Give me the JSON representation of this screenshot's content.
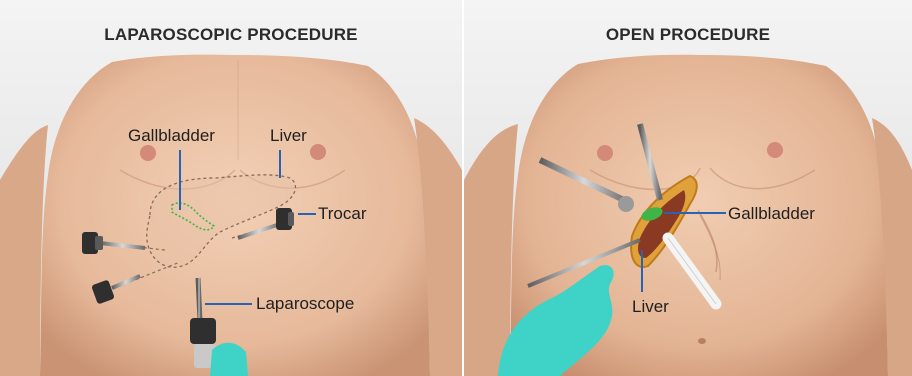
{
  "panels": {
    "laparoscopic": {
      "title": "LAPAROSCOPIC PROCEDURE",
      "labels": {
        "gallbladder": "Gallbladder",
        "liver": "Liver",
        "trocar": "Trocar",
        "laparoscope": "Laparoscope"
      }
    },
    "open": {
      "title": "OPEN PROCEDURE",
      "labels": {
        "gallbladder": "Gallbladder",
        "liver": "Liver"
      }
    }
  },
  "colors": {
    "leader_line": "#2a62b8",
    "skin": "#e9c0a3",
    "background": "#eeeeee",
    "gallbladder": "#3fb548",
    "liver_tissue": "#8a3a23",
    "glove": "#3fd2c6"
  }
}
